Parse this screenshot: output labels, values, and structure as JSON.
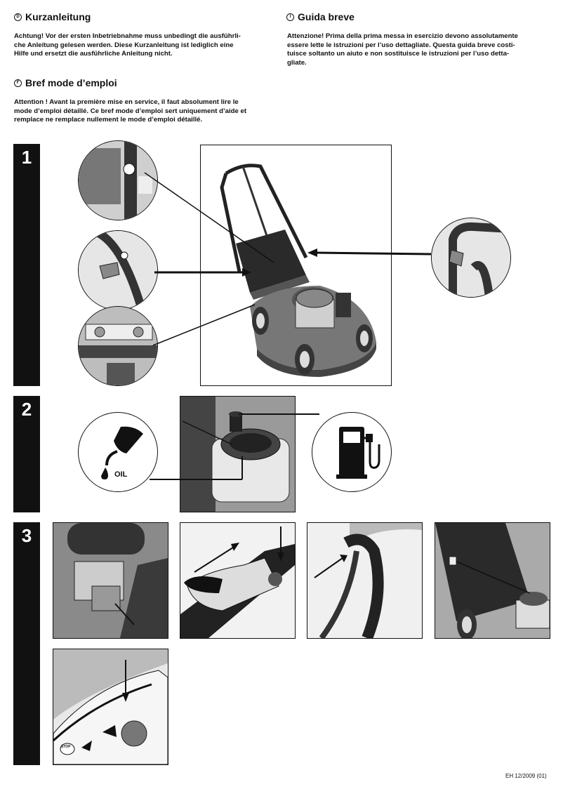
{
  "sections": {
    "de": {
      "badge": "D",
      "heading": "Kurzanleitung",
      "lines": [
        "Achtung! Vor der ersten Inbetriebnahme muss unbedingt die ausführli-",
        "che Anleitung gelesen werden. Diese Kurzanleitung ist lediglich eine",
        "Hilfe und ersetzt die ausführliche Anleitung nicht."
      ]
    },
    "it": {
      "badge": "I",
      "heading": "Guida breve",
      "lines": [
        "Attenzione! Prima della prima messa in esercizio devono assolutamente",
        "essere lette le istruzioni per l’uso dettagliate. Questa guida breve costi-",
        "tuisce soltanto un aiuto e non sostituisce le istruzioni per l’uso detta-",
        "gliate."
      ]
    },
    "fr": {
      "badge": "F",
      "heading": "Bref mode d’emploi",
      "lines": [
        "Attention ! Avant la première mise en service, il faut absolument lire le",
        "mode d’emploi détaillé. Ce bref mode d’emploi sert uniquement d’aide et",
        "remplace ne remplace nullement le mode d’emploi détaillé."
      ]
    }
  },
  "steps": {
    "s1": "1",
    "s2": "2",
    "s3": "3"
  },
  "labels": {
    "oil": "OIL",
    "stop": "STOP"
  },
  "icons": {
    "oil": "oil-can-icon",
    "fuel": "fuel-pump-icon",
    "drop": "oil-drop-icon"
  },
  "footer": "EH 12/2009 (01)"
}
